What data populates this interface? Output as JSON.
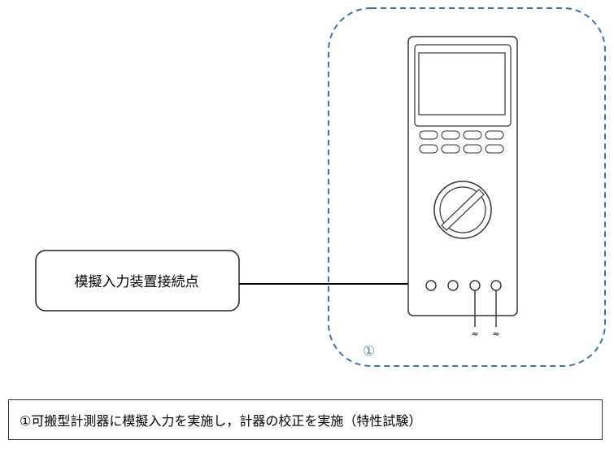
{
  "input_box": {
    "label": "模擬入力装置接続点"
  },
  "region": {
    "marker": "①",
    "marker_color": "#4a86c8"
  },
  "meter": {
    "probe_symbol": "≈"
  },
  "caption": {
    "text": "①可搬型計測器に模擬入力を実施し，計器の校正を実施（特性試験）"
  },
  "colors": {
    "dashed_border": "#3b73b9",
    "line": "#000000"
  }
}
